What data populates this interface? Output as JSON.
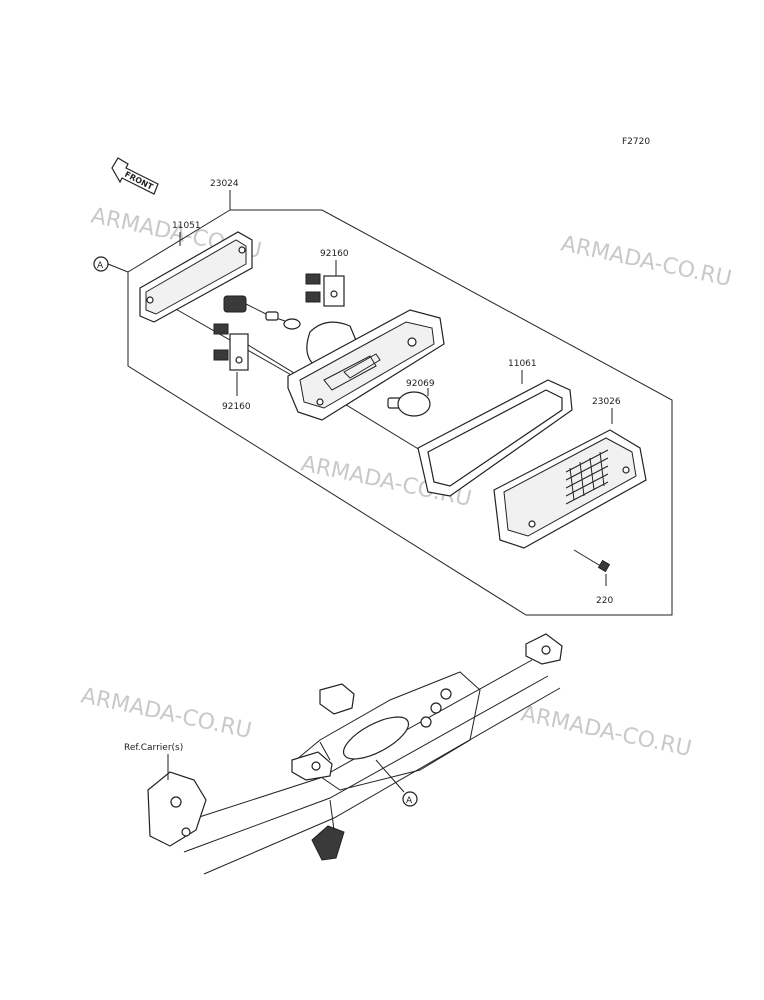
{
  "diagram_code": "F2720",
  "front_label": "FRONT",
  "ref_marker": "A",
  "ref_carrier": "Ref.Carrier(s)",
  "watermark": "ARMADA-CO.RU",
  "parts": {
    "housing": "23024",
    "plate": "11051",
    "socket_upper": "92160",
    "socket_lower": "92160",
    "bulb": "92069",
    "gasket": "11061",
    "lens": "23026",
    "screw": "220"
  }
}
